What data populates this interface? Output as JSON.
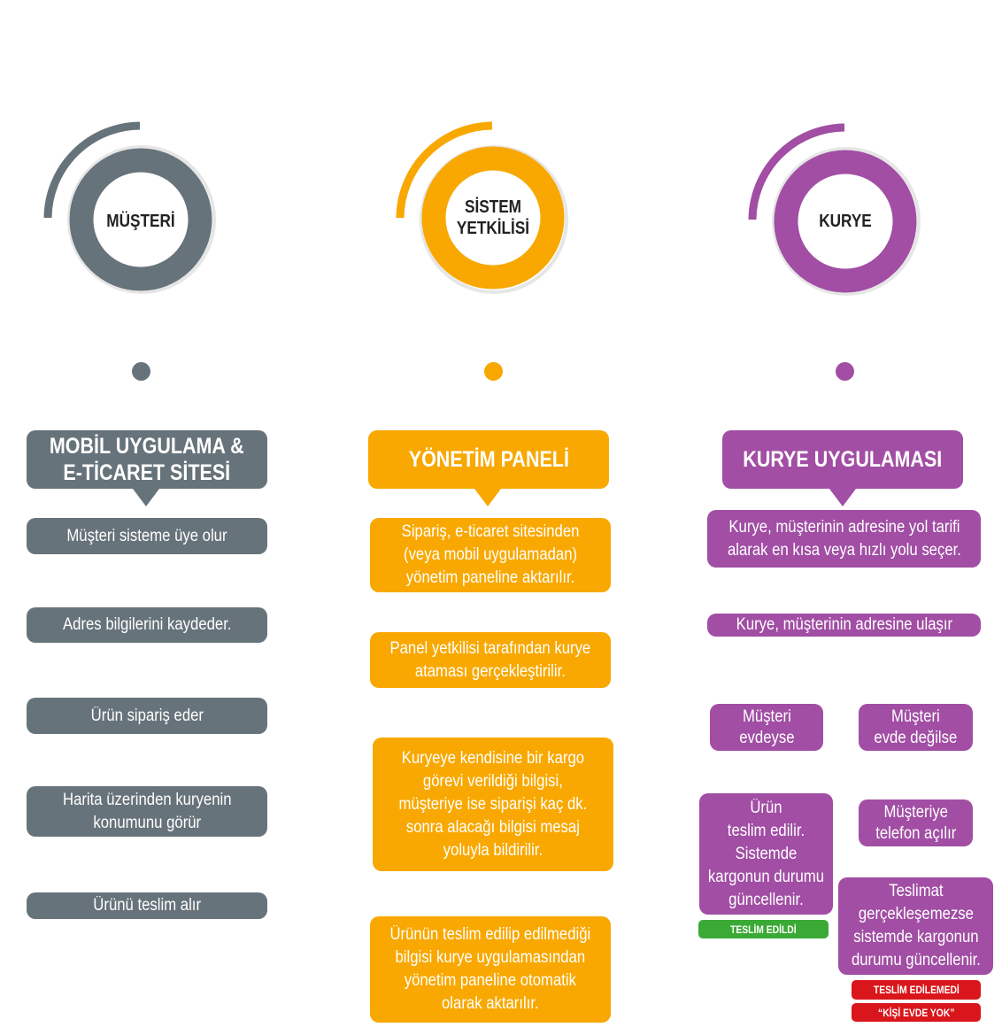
{
  "colors": {
    "gray": "#67737a",
    "orange": "#f8a800",
    "purple": "#a14ea4",
    "green": "#3aa935",
    "red": "#d9161c"
  },
  "columns": [
    {
      "id": "musteri",
      "role": "MÜŞTERİ",
      "header": "MOBİL UYGULAMA &\nE-TİCARET SİTESİ",
      "steps": [
        "Müşteri sisteme üye olur",
        "Adres bilgilerini kaydeder.",
        "Ürün sipariş eder",
        "Harita üzerinden kuryenin\nkonumunu görür",
        "Ürünü teslim alır"
      ]
    },
    {
      "id": "sistem",
      "role": "SİSTEM\nYETKİLİSİ",
      "header": "YÖNETİM PANELİ",
      "steps": [
        "Sipariş, e-ticaret sitesinden\n(veya mobil uygulamadan)\nyönetim paneline aktarılır.",
        "Panel yetkilisi tarafından kurye\nataması gerçekleştirilir.",
        "Kuryeye kendisine bir kargo\ngörevi verildiği bilgisi,\nmüşteriye ise siparişi kaç dk.\nsonra alacağı bilgisi mesaj\nyoluyla bildirilir.",
        "Ürünün teslim edilip edilmediği\nbilgisi kurye uygulamasından\nyönetim paneline otomatik\nolarak aktarılır."
      ]
    },
    {
      "id": "kurye",
      "role": "KURYE",
      "header": "KURYE UYGULAMASI",
      "steps": [
        "Kurye, müşterinin adresine yol tarifi\nalarak en kısa veya hızlı yolu seçer.",
        "Kurye, müşterinin adresine ulaşır"
      ],
      "branch_home": {
        "condition": "Müşteri\nevdeyse",
        "result": "Ürün\nteslim edilir.\nSistemde\nkargonun durumu\ngüncellenir.",
        "tag": "TESLİM EDİLDİ"
      },
      "branch_away": {
        "condition": "Müşteri\nevde değilse",
        "call": "Müşteriye\ntelefon açılır",
        "result": "Teslimat\ngerçekleşemezse\nsistemde kargonun\ndurumu güncellenir.",
        "tags": [
          "TESLİM EDİLEMEDİ",
          "“KİŞİ EVDE YOK”"
        ]
      }
    }
  ]
}
